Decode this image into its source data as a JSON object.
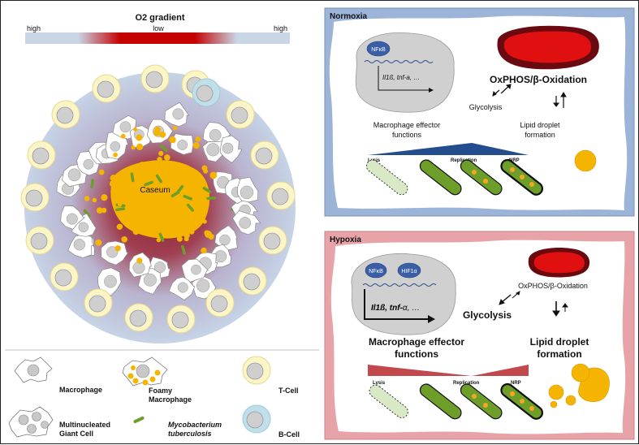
{
  "o2_gradient": {
    "title": "O2 gradient",
    "left_label": "high",
    "center_label": "low",
    "right_label": "high"
  },
  "granuloma": {
    "center_label": "Caseum"
  },
  "legend": {
    "macrophage": "Macrophage",
    "foamy_macrophage_line1": "Foamy",
    "foamy_macrophage_line2": "Macrophage",
    "t_cell": "T-Cell",
    "giant_cell_line1": "Multinucleated",
    "giant_cell_line2": "Giant Cell",
    "mtb_line1": "Mycobacterium",
    "mtb_line2": "tuberculosis",
    "b_cell": "B-Cell"
  },
  "normoxia": {
    "title": "Normoxia",
    "nfkb": "NFκB",
    "genes": "Il1ß, tnf-a, …",
    "oxphos": "OxPHOS/β-Oxidation",
    "glycolysis": "Glycolysis",
    "effector_line1": "Macrophage effector",
    "effector_line2": "functions",
    "lipid_line1": "Lipid droplet",
    "lipid_line2": "formation",
    "lysis": "Lysis",
    "replication": "Replication",
    "nrp": "NRP"
  },
  "hypoxia": {
    "title": "Hypoxia",
    "nfkb": "NFκB",
    "hif": "HIF1α",
    "genes_bold": "Il1ß, tnf-",
    "genes_rest": "α, …",
    "oxphos": "OxPHOS/β-Oxidation",
    "glycolysis": "Glycolysis",
    "effector_line1": "Macrophage effector",
    "effector_line2": "functions",
    "lipid_line1": "Lipid droplet",
    "lipid_line2": "formation",
    "lysis": "Lysis",
    "replication": "Replication",
    "nrp": "NRP"
  },
  "colors": {
    "caseum": "#f5b400",
    "mitochondria": "#cc1010",
    "bacterium_green": "#6e9e2a",
    "normoxia_bg": "#9cb4d8",
    "hypoxia_bg": "#e8a3a8",
    "tcell": "#fbf5c8",
    "bcell": "#bfe0ea"
  }
}
